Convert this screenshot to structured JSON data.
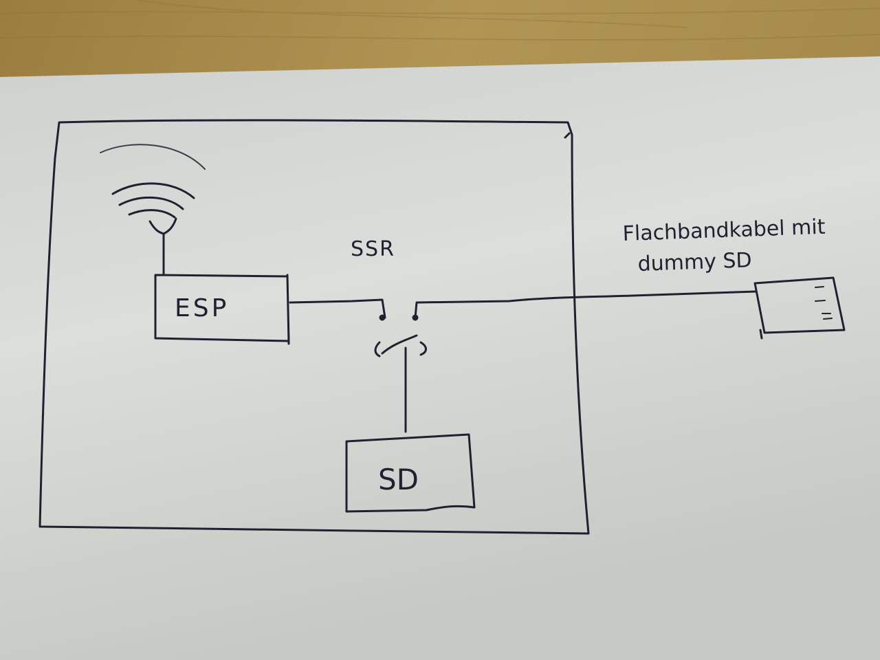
{
  "diagram": {
    "esp_label": "ESP",
    "ssr_label": "SSR",
    "sd_label": "SD",
    "cable_label_line1": "Flachbandkabel mit",
    "cable_label_line2": "dummy SD"
  },
  "colors": {
    "ink": "#1e2230",
    "paper": "#d9dbd8",
    "desk": "#a78c4e"
  }
}
